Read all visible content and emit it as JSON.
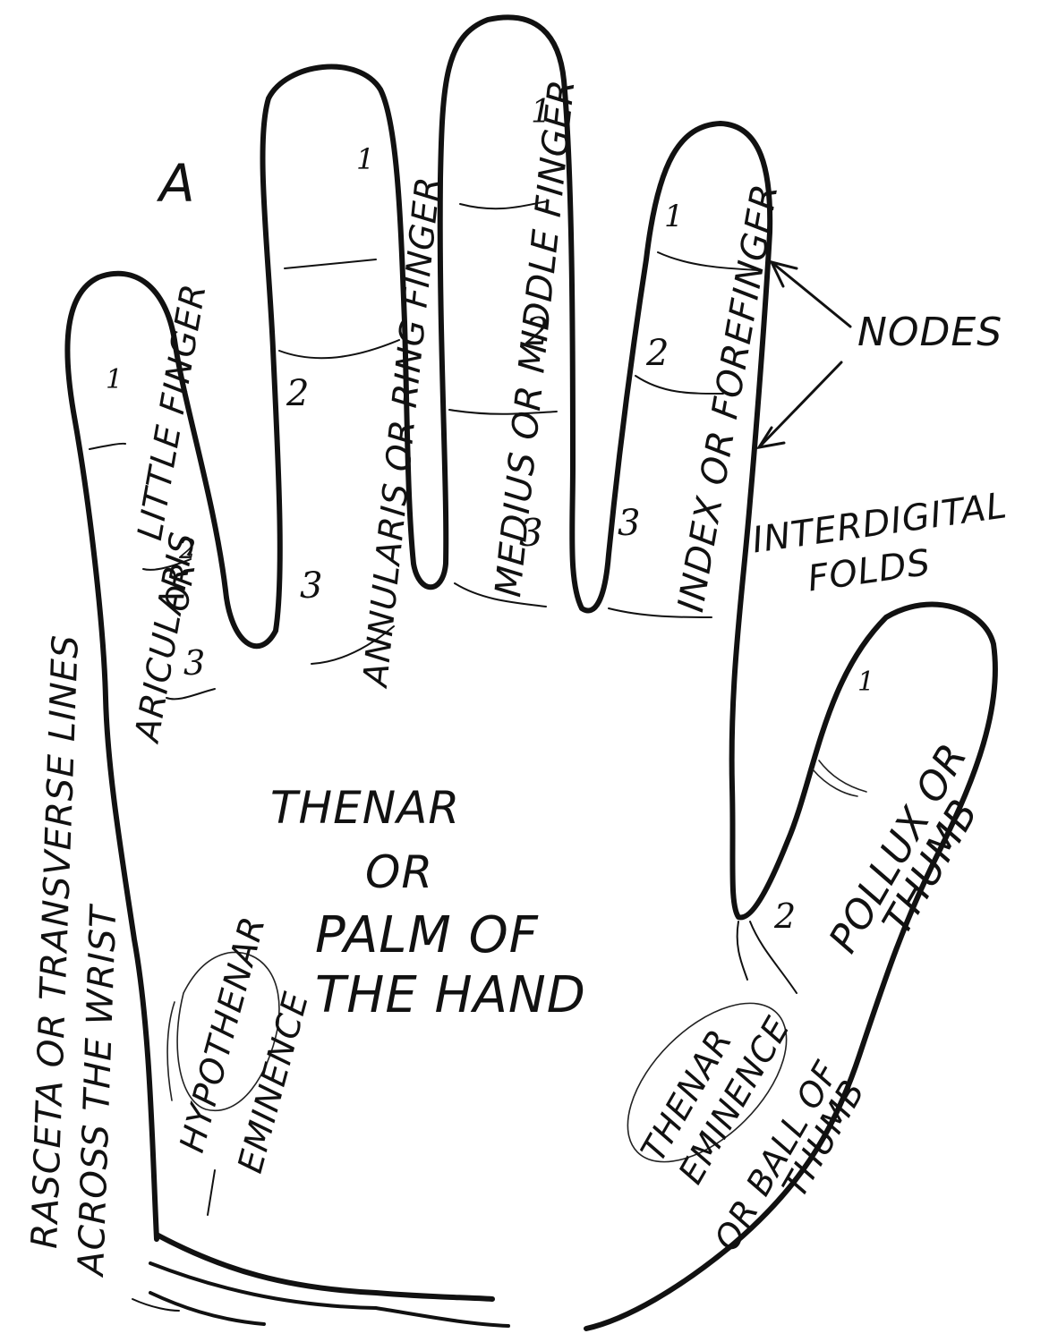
{
  "figure": {
    "letter": "A",
    "colors": {
      "ink": "#111111",
      "paper": "#ffffff"
    }
  },
  "fingers": {
    "little": {
      "label_main": "LITTLE FINGER",
      "label_alt": "ARICULARIS",
      "label_or": "OR",
      "nodes": [
        "1",
        "2",
        "3"
      ]
    },
    "ring": {
      "label": "ANNULARIS OR RING FINGER",
      "nodes": [
        "1",
        "2",
        "3"
      ]
    },
    "middle": {
      "label": "MEDIUS OR MIDDLE FINGER",
      "nodes": [
        "1",
        "2",
        "3"
      ]
    },
    "index": {
      "label": "INDEX OR FOREFINGER",
      "nodes": [
        "1",
        "2",
        "3"
      ]
    },
    "thumb": {
      "label_line1": "POLLUX OR",
      "label_line2": "THUMB",
      "nodes": [
        "1",
        "2"
      ]
    }
  },
  "callouts": {
    "nodes": "NODES",
    "interdigital_line1": "INTERDIGITAL",
    "interdigital_line2": "FOLDS"
  },
  "palm": {
    "line1": "THENAR",
    "line2": "OR",
    "line3": "PALM OF",
    "line4": "THE HAND"
  },
  "hypothenar": {
    "line1": "HYPOTHENAR",
    "line2": "EMINENCE"
  },
  "thenar_eminence": {
    "line1": "THENAR",
    "line2": "EMINENCE",
    "line3": "OR BALL OF",
    "line4": "THUMB"
  },
  "wrist": {
    "line1": "RASCETA OR TRANSVERSE LINES",
    "line2": "ACROSS THE WRIST"
  }
}
